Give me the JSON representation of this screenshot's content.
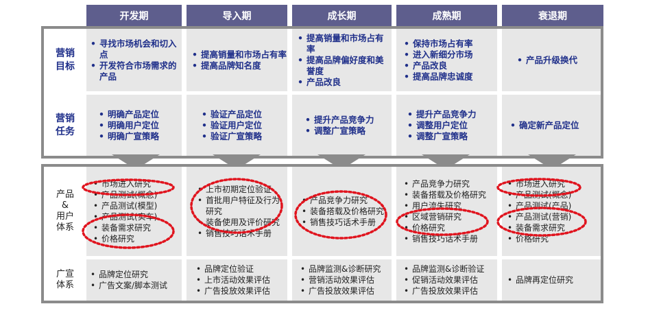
{
  "stages": [
    "开发期",
    "导入期",
    "成长期",
    "成熟期",
    "衰退期"
  ],
  "rows": {
    "marketing_goal": {
      "label": "营销\n目标",
      "cells": [
        [
          "寻找市场机会和切入点",
          "开发符合市场需求的产品"
        ],
        [
          "提高销量和市场占有率",
          "提高品牌知名度"
        ],
        [
          "提高销量和市场占有率",
          "提高品牌偏好度和美誉度",
          "产品改良"
        ],
        [
          "保持市场占有率",
          "进入新细分市场",
          "产品改良",
          "提高品牌忠诚度"
        ],
        [
          "产品升级换代"
        ]
      ]
    },
    "marketing_task": {
      "label": "营销\n任务",
      "cells": [
        [
          "明确产品定位",
          "明确用户定位",
          "明确广宣策略"
        ],
        [
          "验证产品定位",
          "验证用户定位",
          "验证广宣策略"
        ],
        [
          "提升产品竞争力",
          "调整广宣策略"
        ],
        [
          "提升产品竞争力",
          "调整用户定位",
          "调整广宣策略"
        ],
        [
          "确定新产品定位"
        ]
      ]
    },
    "product_user": {
      "label": "产品\n&\n用户\n体系",
      "cells": [
        [
          "市场进入研究",
          "产品测试(概念)",
          "产品测试(模型)",
          "产品测试(实车)",
          "装备需求研究",
          "价格研究"
        ],
        [
          "上市初期定位验证",
          "首批用户特征及行为研究",
          "装备使用及评价研究",
          "销售技巧话术手册"
        ],
        [
          "产品竞争力研究",
          "装备搭载及价格研究",
          "销售技巧话术手册"
        ],
        [
          "产品竞争力研究",
          "装备搭载及价格研究",
          "用户流失研究",
          "区域营销研究",
          "价格研究",
          "销售技巧话术手册"
        ],
        [
          "市场进入研究",
          "产品测试(概念)",
          "产品测试(产品)",
          "产品测试(营销)",
          "装备需求研究",
          "价格研究"
        ]
      ]
    },
    "advertising": {
      "label": "广宣\n体系",
      "cells": [
        [
          "品牌定位研究",
          "广告文案/脚本测试"
        ],
        [
          "品牌定位验证",
          "上市活动效果评估",
          "广告投放效果评估"
        ],
        [
          "品牌监测&诊断研究",
          "营销活动效果评估",
          "广告投放效果评估"
        ],
        [
          "品牌监测&诊断验证",
          "促销活动效果评估",
          "广告投放效果评估"
        ],
        [
          "品牌再定位研究"
        ]
      ]
    }
  },
  "colors": {
    "header_bg": "#5e5e8d",
    "accent_text": "#1f2f8a",
    "frame": "#8b8b8b",
    "cell_bg": "#e7e7e7",
    "highlight_ellipse": "#e0141e"
  }
}
